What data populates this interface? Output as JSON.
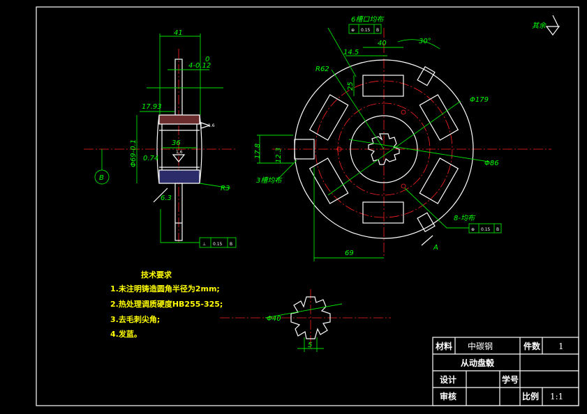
{
  "drawing": {
    "title": "从动盘毂",
    "material_label": "材料",
    "material_value": "中碳钢",
    "qty_label": "件数",
    "qty_value": "1",
    "design_label": "设计",
    "student_id_label": "学号",
    "review_label": "审核",
    "scale_label": "比例",
    "scale_value": "1:1"
  },
  "tech_requirements": {
    "heading": "技术要求",
    "items": [
      "1.未注明铸造圆角半径为2mm;",
      "2.热处理调质硬度HB255-325;",
      "3.去毛刺尖角;",
      "4.发蓝。"
    ]
  },
  "side_view": {
    "dim_width": "41",
    "dim_slot": "4-0.12",
    "dim_slot_top": "0",
    "dim_bore_depth": "17.93",
    "dim_hub_len": "36",
    "dim_dia": "Φ69-0.1",
    "dim_small": "0.74",
    "dim_radius": "R3",
    "dim_chamfer": "6.3",
    "roughness_top": "1.6",
    "roughness_mid": "1.6",
    "datum": "B",
    "tol_symbol": "⊥",
    "tol_value": "0.15",
    "tol_datum": "B"
  },
  "front_view": {
    "dim_40": "40",
    "dim_30deg": "30°",
    "dim_14_5": "14.5",
    "dim_25": "25",
    "dim_r62": "R62",
    "dim_179": "Φ179",
    "dim_86": "Φ86",
    "dim_17_8": "17.8",
    "dim_12_3": "12.3",
    "dim_69": "69",
    "label_a": "A",
    "note_top": "6槽口均布",
    "note_right": "8-均布",
    "note_left": "3槽均布",
    "pos_symbol": "⊕",
    "pos_value": "0.15",
    "pos_datum": "B"
  },
  "spline_view": {
    "dim_40": "Φ40",
    "dim_5": "5"
  },
  "roughness_note": "其余"
}
